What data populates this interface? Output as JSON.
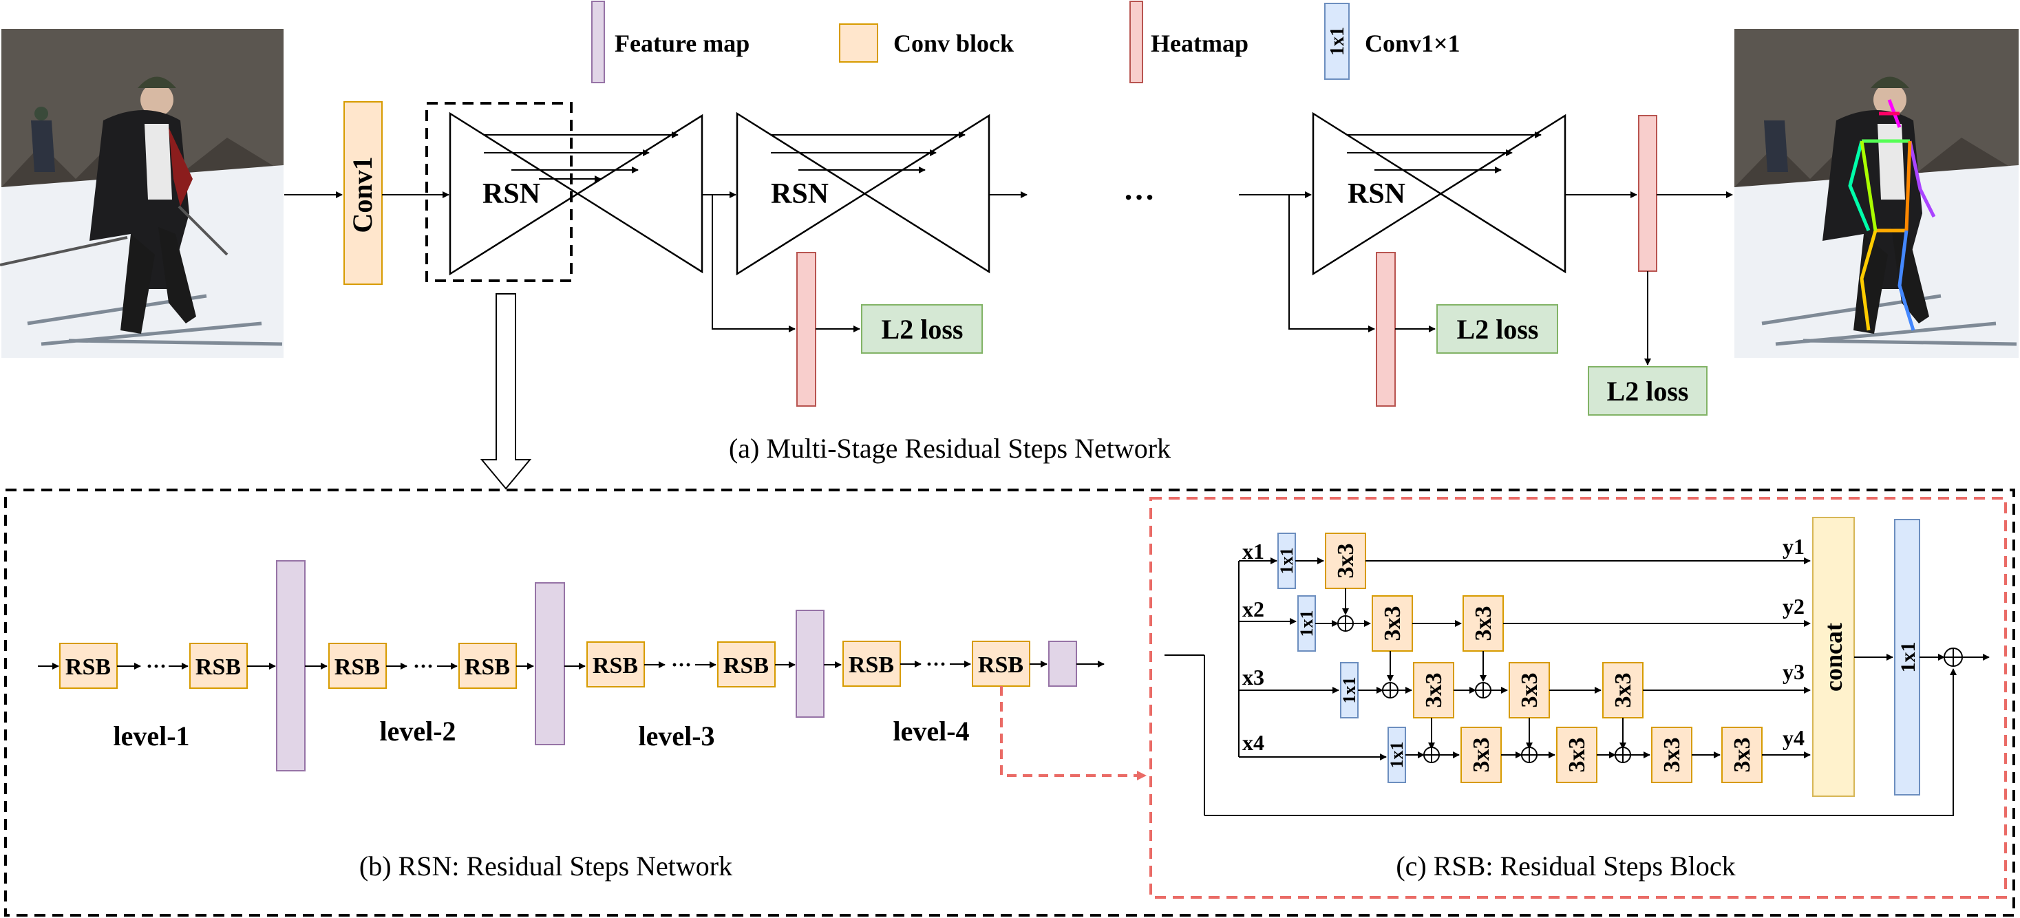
{
  "legend": {
    "feature_map": "Feature map",
    "conv_block": "Conv block",
    "heatmap": "Heatmap",
    "conv1x1_icon": "1x1",
    "conv1x1": "Conv1×1"
  },
  "stage_a": {
    "conv1": "Conv1",
    "rsn": "RSN",
    "ellipsis": "…",
    "l2_loss": "L2 loss",
    "caption": "(a) Multi-Stage Residual Steps Network"
  },
  "stage_b": {
    "rsb": "RSB",
    "dots": "···",
    "levels": [
      "level-1",
      "level-2",
      "level-3",
      "level-4"
    ],
    "caption": "(b) RSN: Residual Steps Network"
  },
  "stage_c": {
    "inputs": [
      "x1",
      "x2",
      "x3",
      "x4"
    ],
    "outputs": [
      "y1",
      "y2",
      "y3",
      "y4"
    ],
    "conv3x3": "3x3",
    "conv1x1": "1x1",
    "concat": "concat",
    "caption": "(c) RSB: Residual Steps Block"
  },
  "colors": {
    "feature_map": "#e1d5e7",
    "feature_map_border": "#9673a6",
    "conv_block": "#ffe6cc",
    "conv_block_border": "#d79b00",
    "heatmap": "#f8cecc",
    "heatmap_border": "#b85450",
    "conv1x1": "#dae8fc",
    "conv1x1_border": "#6c8ebf",
    "loss": "#d5e8d4",
    "loss_border": "#82b366",
    "concat": "#fff2cc",
    "concat_border": "#d6b656",
    "dashed_red": "#ea6b66"
  }
}
